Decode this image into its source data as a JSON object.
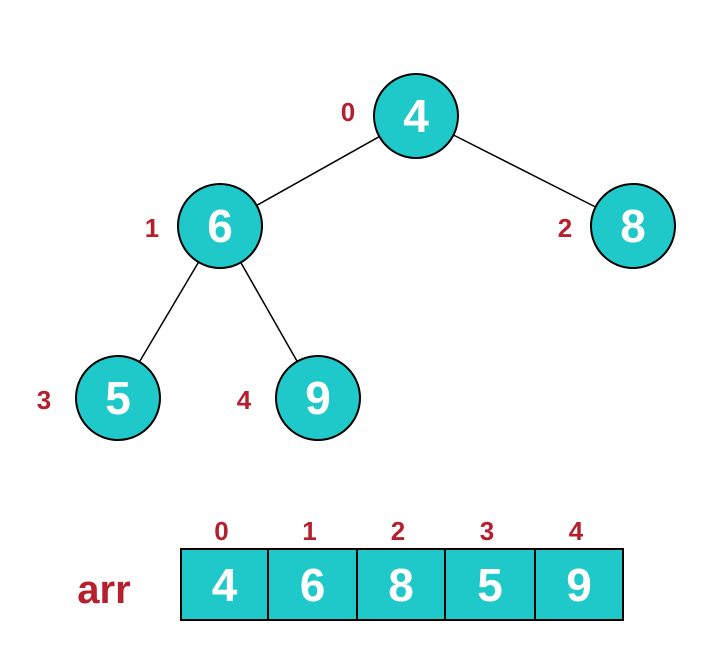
{
  "colors": {
    "node_fill": "#1fc9c9",
    "cell_fill": "#1fc9c9",
    "value_text": "#ffffff",
    "index_text": "#b5202e",
    "label_text": "#b5202e",
    "stroke": "#000000"
  },
  "tree": {
    "nodes": [
      {
        "index": "0",
        "value": "4"
      },
      {
        "index": "1",
        "value": "6"
      },
      {
        "index": "2",
        "value": "8"
      },
      {
        "index": "3",
        "value": "5"
      },
      {
        "index": "4",
        "value": "9"
      }
    ],
    "edges": [
      [
        0,
        1
      ],
      [
        0,
        2
      ],
      [
        1,
        3
      ],
      [
        1,
        4
      ]
    ]
  },
  "array": {
    "label": "arr",
    "cells": [
      {
        "index": "0",
        "value": "4"
      },
      {
        "index": "1",
        "value": "6"
      },
      {
        "index": "2",
        "value": "8"
      },
      {
        "index": "3",
        "value": "5"
      },
      {
        "index": "4",
        "value": "9"
      }
    ]
  }
}
